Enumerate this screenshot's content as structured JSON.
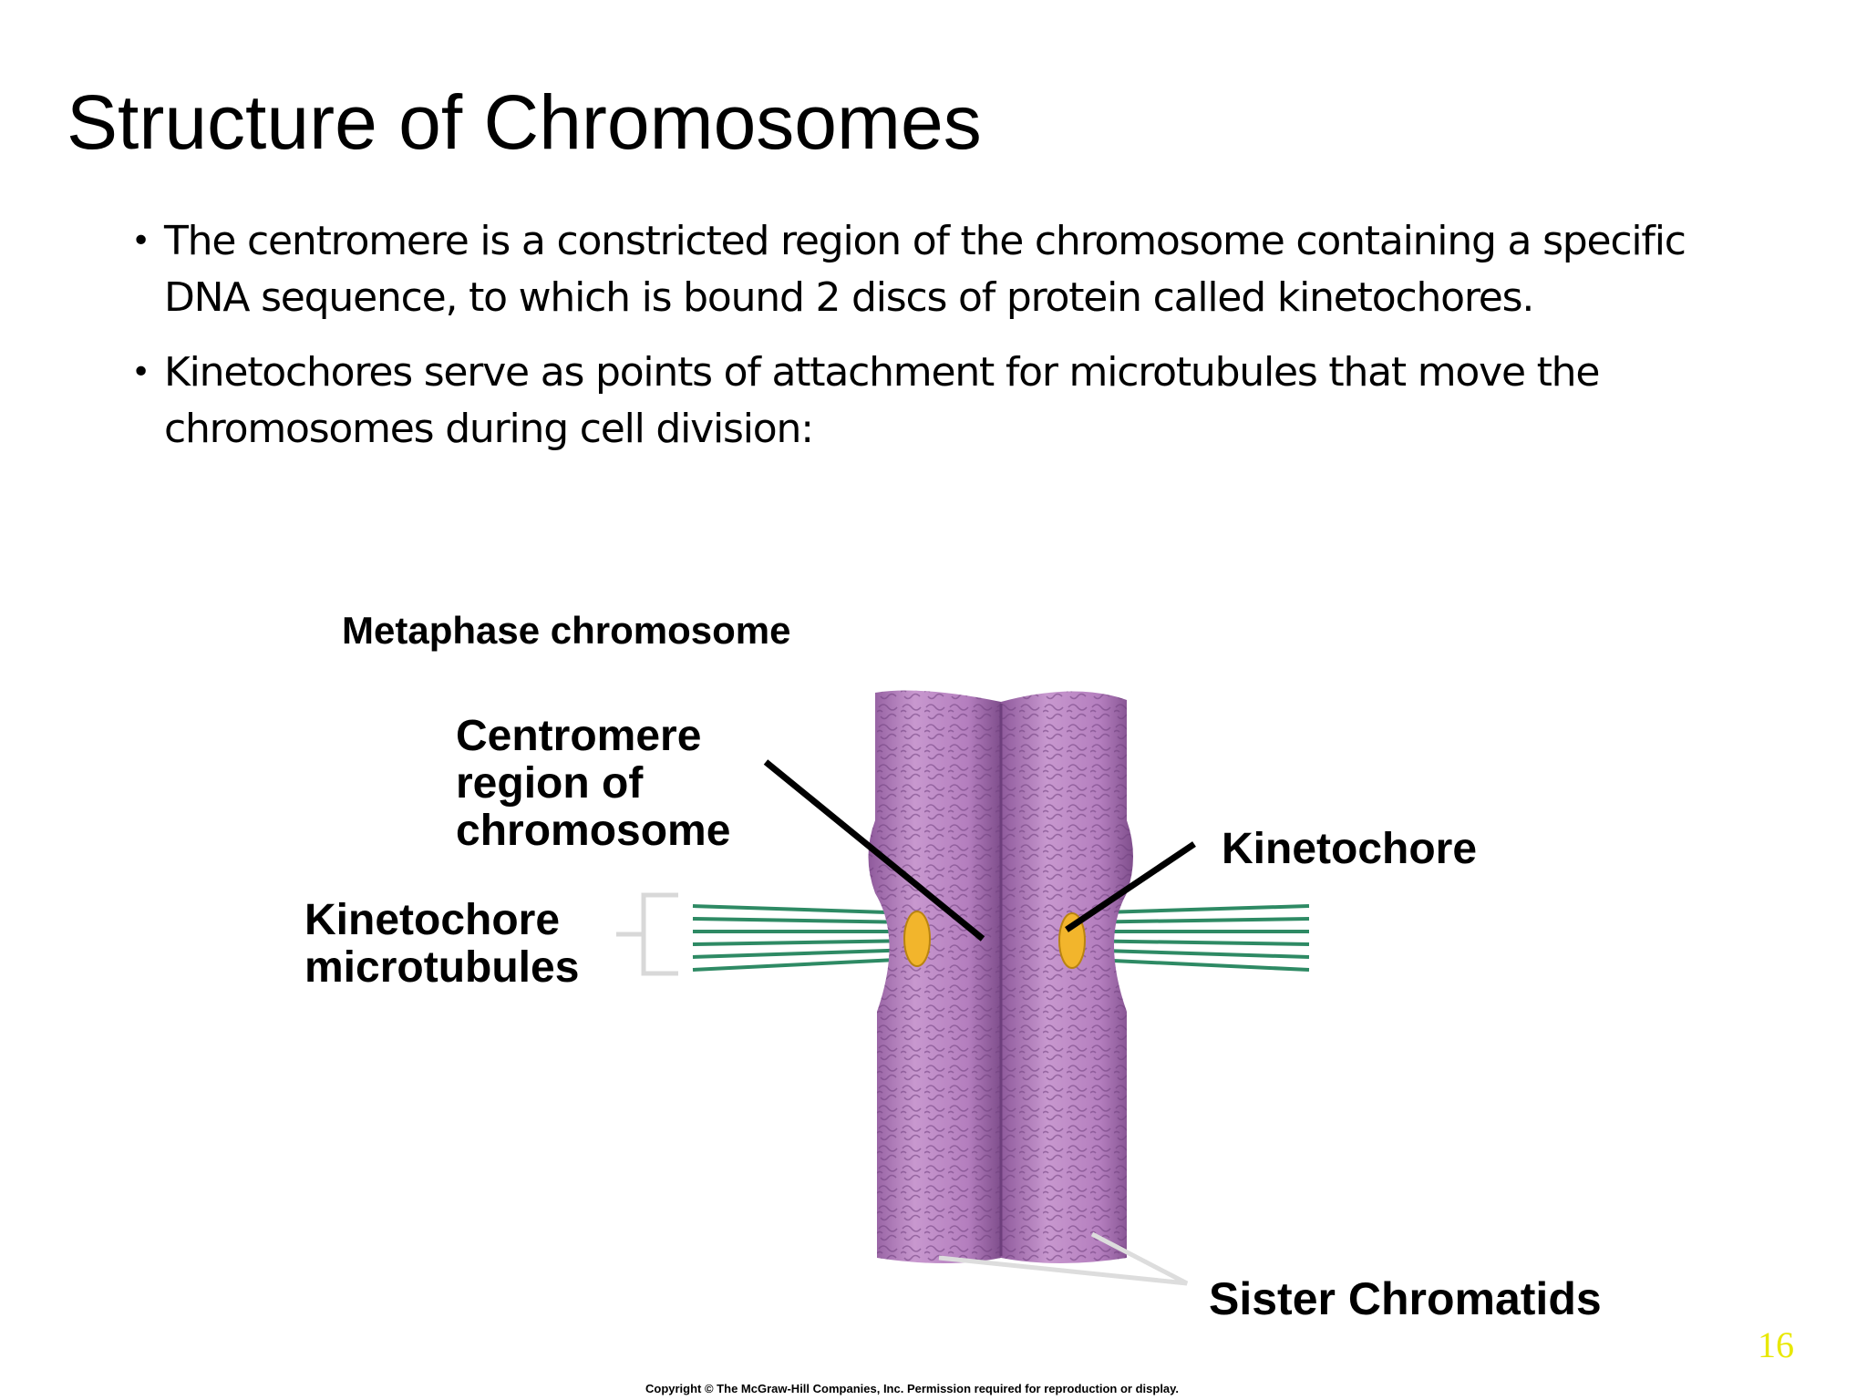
{
  "slide": {
    "title": "Structure of Chromosomes",
    "bullets": [
      {
        "lines": [
          "The centromere is a constricted region of the chromosome containing a specific",
          "DNA sequence, to which is bound 2 discs of protein called  kinetochores."
        ]
      },
      {
        "lines": [
          "Kinetochores serve as points of attachment for microtubules that move the",
          "chromosomes during cell division:"
        ]
      }
    ],
    "bullet_symbol": "•",
    "slide_number": "16"
  },
  "figure": {
    "heading": "Metaphase chromosome",
    "labels": {
      "centromere": [
        "Centromere",
        "region of",
        "chromosome"
      ],
      "kinetochore": "Kinetochore",
      "microtubules": [
        "Kinetochore",
        "microtubules"
      ],
      "sister_chromatids": "Sister Chromatids"
    },
    "copyright": "Copyright © The McGraw-Hill Companies, Inc. Permission required for reproduction or display.",
    "colors": {
      "chromatid_fill": "#b77fc0",
      "chromatid_dark": "#8f5a9c",
      "chromatid_light": "#d6b0dc",
      "kinetochore": "#f2b52c",
      "microtubule": "#2e8a64",
      "leader_line": "#000000",
      "bracket": "#d8d8d8"
    }
  }
}
